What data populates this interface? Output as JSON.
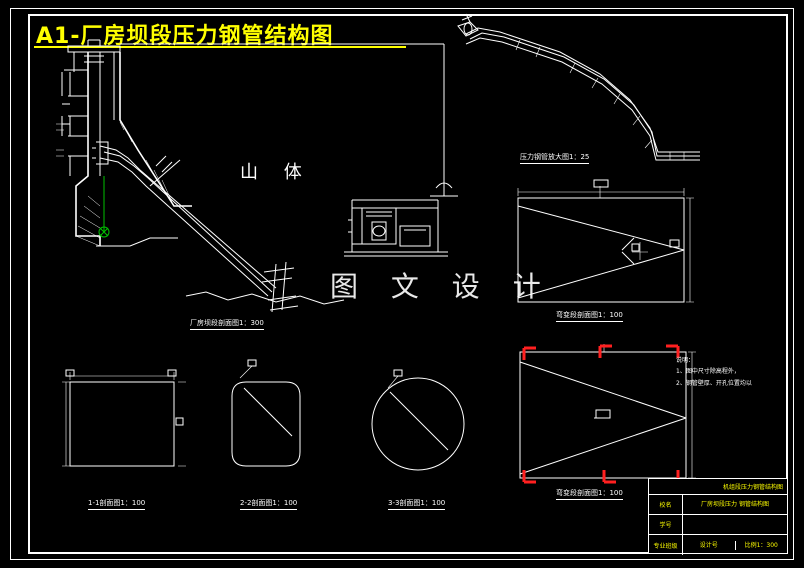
{
  "drawing": {
    "title": "A1-厂房坝段压力钢管结构图",
    "title_color": "#ffff00",
    "background": "#000000",
    "line_color": "#ffffff",
    "accent_red": "#ff2020",
    "accent_green": "#00c000"
  },
  "watermarks": {
    "mountain_label": "山 体",
    "center_text": "图 文 设 计"
  },
  "captions": {
    "penstock_detail": "压力钢管放大图1：25",
    "plant_section": "厂房坝段剖面图1：300",
    "bend_section_1": "弯变段剖面图1：100",
    "bend_section_2": "弯变段剖面图1：100",
    "sec_1_1": "1-1剖面图1：100",
    "sec_2_2": "2-2剖面图1：100",
    "sec_3_3": "3-3剖面图1：100"
  },
  "notes": {
    "heading": "说明：",
    "lines": [
      "1、图中尺寸除高程外，",
      "2、钢管壁厚、开孔位置均以"
    ]
  },
  "titleblock": {
    "header": "机组段压力钢管结构图",
    "rows": [
      {
        "label": "校名",
        "value": "厂房坝段压力\n钢管结构图"
      },
      {
        "label": "学号",
        "value": ""
      },
      {
        "label": "专业班级",
        "value": "",
        "sub": [
          "设计号",
          "比例1：300"
        ]
      }
    ]
  }
}
